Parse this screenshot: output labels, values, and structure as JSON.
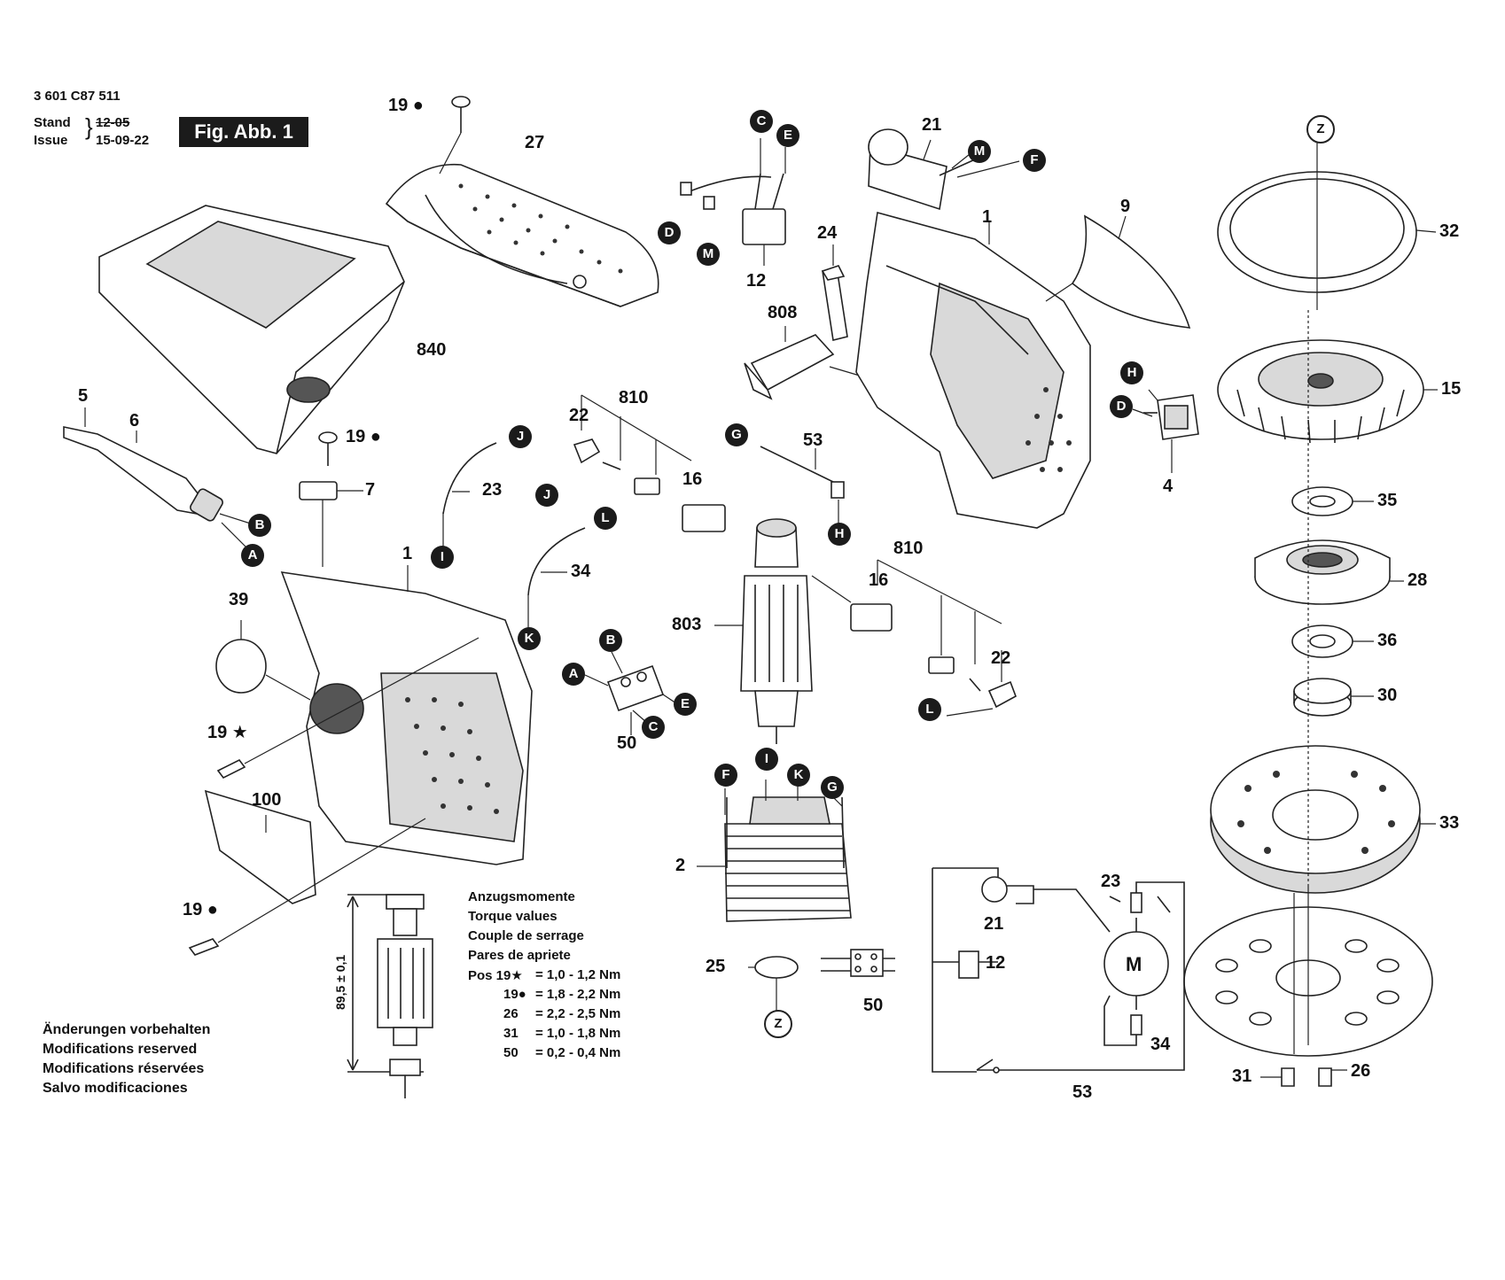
{
  "header": {
    "part_number": "3 601 C87 511",
    "stand_label": "Stand",
    "issue_label": "Issue",
    "stand_value": "12-05",
    "issue_value": "15-09-22",
    "figure_badge": "Fig. Abb. 1"
  },
  "part_labels": {
    "p19_top": "19 ●",
    "p27": "27",
    "p840": "840",
    "p5": "5",
    "p6": "6",
    "p19_mid": "19 ●",
    "p7": "7",
    "p23": "23",
    "p22_left": "22",
    "p810_left": "810",
    "p16_left": "16",
    "p53": "53",
    "p12": "12",
    "p24": "24",
    "p808": "808",
    "p21": "21",
    "p1_top": "1",
    "p9": "9",
    "p4": "4",
    "p32": "32",
    "p15": "15",
    "p35": "35",
    "p28": "28",
    "p36": "36",
    "p30": "30",
    "p33": "33",
    "p1_left": "1",
    "p39": "39",
    "p19_star": "19 ★",
    "p100": "100",
    "p19_low": "19 ●",
    "p34": "34",
    "p50": "50",
    "p803": "803",
    "p810_right": "810",
    "p16_right": "16",
    "p22_right": "22",
    "p2": "2",
    "p25": "25",
    "p21_schem": "21",
    "p12_schem": "12",
    "p23_schem": "23",
    "p34_schem": "34",
    "p50_schem": "50",
    "p53_schem": "53",
    "p31": "31",
    "p26": "26",
    "dim_label": "89,5 ± 0,1",
    "motor": "M"
  },
  "connectors": {
    "A": "A",
    "B": "B",
    "C": "C",
    "D": "D",
    "E": "E",
    "F": "F",
    "G": "G",
    "H": "H",
    "I": "I",
    "J": "J",
    "K": "K",
    "L": "L",
    "M": "M",
    "Z": "Z"
  },
  "torque": {
    "heading_de": "Anzugsmomente",
    "heading_en": "Torque values",
    "heading_fr": "Couple de serrage",
    "heading_es": "Pares de apriete",
    "rows": [
      {
        "pos": "Pos 19★",
        "value": "= 1,0 - 1,2 Nm"
      },
      {
        "pos": "19●",
        "value": "= 1,8 - 2,2 Nm"
      },
      {
        "pos": "26",
        "value": "= 2,2 - 2,5 Nm"
      },
      {
        "pos": "31",
        "value": "= 1,0 - 1,8 Nm"
      },
      {
        "pos": "50",
        "value": "= 0,2 - 0,4 Nm"
      }
    ]
  },
  "notes": {
    "de": "Änderungen vorbehalten",
    "en": "Modifications reserved",
    "fr": "Modifications réservées",
    "es": "Salvo modificaciones"
  }
}
